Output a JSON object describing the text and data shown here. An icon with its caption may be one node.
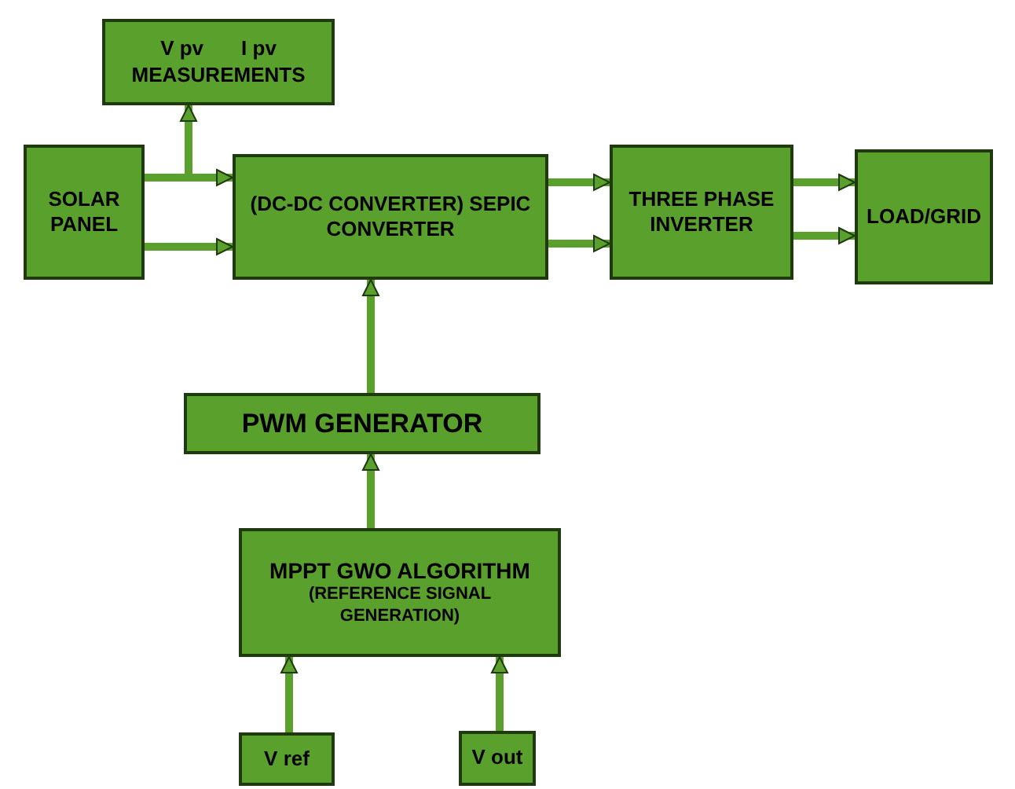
{
  "diagram": {
    "nodes": [
      {
        "text": [
          "V pv",
          "I pv",
          "MEASUREMENTS"
        ]
      },
      {
        "text": [
          "SOLAR PANEL"
        ]
      },
      {
        "text": [
          "(DC-DC CONVERTER) SEPIC CONVERTER"
        ]
      },
      {
        "text": [
          "THREE PHASE INVERTER"
        ]
      },
      {
        "text": [
          "LOAD/GRID"
        ]
      },
      {
        "text": [
          "PWM GENERATOR"
        ]
      },
      {
        "text": [
          "MPPT GWO ALGORITHM",
          "(REFERENCE SIGNAL GENERATION)"
        ]
      },
      {
        "text": [
          "V ref"
        ]
      },
      {
        "text": [
          "V out"
        ]
      }
    ],
    "edges": [
      {
        "from": 1,
        "to": 0,
        "arrow": "to"
      },
      {
        "from": 1,
        "to": 2,
        "arrow": "to"
      },
      {
        "from": 1,
        "to": 2,
        "arrow": "to"
      },
      {
        "from": 2,
        "to": 3,
        "arrow": "to"
      },
      {
        "from": 2,
        "to": 3,
        "arrow": "to"
      },
      {
        "from": 3,
        "to": 4,
        "arrow": "to"
      },
      {
        "from": 3,
        "to": 4,
        "arrow": "to"
      },
      {
        "from": 5,
        "to": 2,
        "arrow": "to"
      },
      {
        "from": 6,
        "to": 5,
        "arrow": "to"
      },
      {
        "from": 7,
        "to": 6,
        "arrow": "to"
      },
      {
        "from": 8,
        "to": 6,
        "arrow": "to"
      }
    ]
  }
}
